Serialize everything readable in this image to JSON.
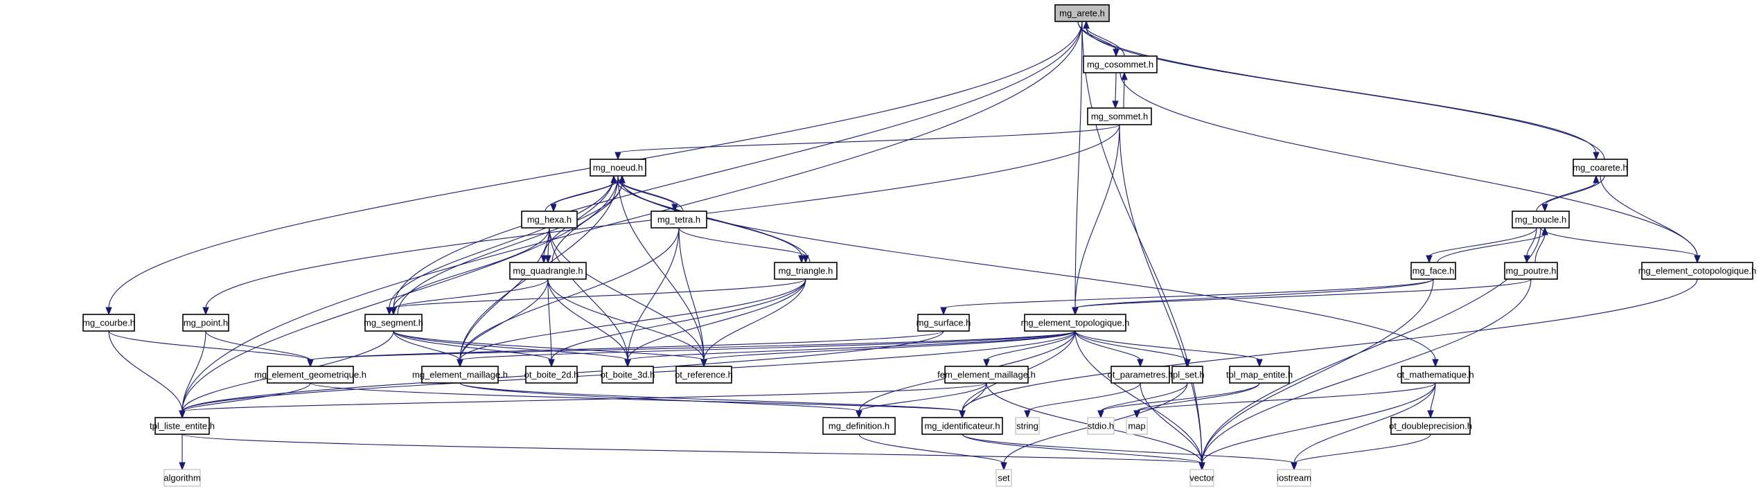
{
  "title": "mg_arete.h include dependency graph",
  "colors": {
    "edge": "#191970",
    "root_fill": "#bfbfbf",
    "node_border": "#000000",
    "system_border": "#bfbfbf"
  },
  "nodes": [
    {
      "id": "mg_arete",
      "label": "mg_arete.h",
      "kind": "root"
    },
    {
      "id": "mg_cosommet",
      "label": "mg_cosommet.h",
      "kind": "header"
    },
    {
      "id": "mg_sommet",
      "label": "mg_sommet.h",
      "kind": "header"
    },
    {
      "id": "mg_coarete",
      "label": "mg_coarete.h",
      "kind": "header"
    },
    {
      "id": "mg_noeud",
      "label": "mg_noeud.h",
      "kind": "header"
    },
    {
      "id": "mg_boucle",
      "label": "mg_boucle.h",
      "kind": "header"
    },
    {
      "id": "mg_hexa",
      "label": "mg_hexa.h",
      "kind": "header"
    },
    {
      "id": "mg_tetra",
      "label": "mg_tetra.h",
      "kind": "header"
    },
    {
      "id": "mg_quadrangle",
      "label": "mg_quadrangle.h",
      "kind": "header"
    },
    {
      "id": "mg_triangle",
      "label": "mg_triangle.h",
      "kind": "header"
    },
    {
      "id": "mg_face",
      "label": "mg_face.h",
      "kind": "header"
    },
    {
      "id": "mg_poutre",
      "label": "mg_poutre.h",
      "kind": "header"
    },
    {
      "id": "mg_element_cotopologique",
      "label": "mg_element_cotopologique.h",
      "kind": "header"
    },
    {
      "id": "mg_courbe",
      "label": "mg_courbe.h",
      "kind": "header"
    },
    {
      "id": "mg_point",
      "label": "mg_point.h",
      "kind": "header"
    },
    {
      "id": "mg_segment",
      "label": "mg_segment.h",
      "kind": "header"
    },
    {
      "id": "mg_surface",
      "label": "mg_surface.h",
      "kind": "header"
    },
    {
      "id": "mg_element_topologique",
      "label": "mg_element_topologique.h",
      "kind": "header"
    },
    {
      "id": "mg_element_geometrique",
      "label": "mg_element_geometrique.h",
      "kind": "header"
    },
    {
      "id": "mg_element_maillage",
      "label": "mg_element_maillage.h",
      "kind": "header"
    },
    {
      "id": "ot_boite_2d",
      "label": "ot_boite_2d.h",
      "kind": "header"
    },
    {
      "id": "ot_boite_3d",
      "label": "ot_boite_3d.h",
      "kind": "header"
    },
    {
      "id": "ot_reference",
      "label": "ot_reference.h",
      "kind": "header"
    },
    {
      "id": "fem_element_maillage",
      "label": "fem_element_maillage.h",
      "kind": "header"
    },
    {
      "id": "ot_parametres",
      "label": "ot_parametres.h",
      "kind": "header"
    },
    {
      "id": "tpl_set",
      "label": "tpl_set.h",
      "kind": "header"
    },
    {
      "id": "tpl_map_entite",
      "label": "tpl_map_entite.h",
      "kind": "header"
    },
    {
      "id": "ot_mathematique",
      "label": "ot_mathematique.h",
      "kind": "header"
    },
    {
      "id": "tpl_liste_entite",
      "label": "tpl_liste_entite.h",
      "kind": "header"
    },
    {
      "id": "mg_definition",
      "label": "mg_definition.h",
      "kind": "header"
    },
    {
      "id": "mg_identificateur",
      "label": "mg_identificateur.h",
      "kind": "header"
    },
    {
      "id": "string",
      "label": "string",
      "kind": "system"
    },
    {
      "id": "stdio",
      "label": "stdio.h",
      "kind": "system"
    },
    {
      "id": "map",
      "label": "map",
      "kind": "system"
    },
    {
      "id": "ot_doubleprecision",
      "label": "ot_doubleprecision.h",
      "kind": "header"
    },
    {
      "id": "algorithm",
      "label": "algorithm",
      "kind": "system"
    },
    {
      "id": "set",
      "label": "set",
      "kind": "system"
    },
    {
      "id": "vector",
      "label": "vector",
      "kind": "system"
    },
    {
      "id": "iostream",
      "label": "iostream",
      "kind": "system"
    }
  ],
  "edges": [
    [
      "mg_arete",
      "mg_cosommet"
    ],
    [
      "mg_cosommet",
      "mg_arete"
    ],
    [
      "mg_arete",
      "mg_coarete"
    ],
    [
      "mg_coarete",
      "mg_arete"
    ],
    [
      "mg_arete",
      "mg_element_topologique"
    ],
    [
      "mg_arete",
      "mg_courbe"
    ],
    [
      "mg_arete",
      "mg_segment"
    ],
    [
      "mg_arete",
      "tpl_liste_entite"
    ],
    [
      "mg_arete",
      "vector"
    ],
    [
      "mg_cosommet",
      "mg_sommet"
    ],
    [
      "mg_sommet",
      "mg_cosommet"
    ],
    [
      "mg_cosommet",
      "mg_element_cotopologique"
    ],
    [
      "mg_sommet",
      "mg_noeud"
    ],
    [
      "mg_sommet",
      "mg_point"
    ],
    [
      "mg_sommet",
      "mg_element_topologique"
    ],
    [
      "mg_sommet",
      "vector"
    ],
    [
      "mg_coarete",
      "mg_boucle"
    ],
    [
      "mg_boucle",
      "mg_coarete"
    ],
    [
      "mg_coarete",
      "mg_element_cotopologique"
    ],
    [
      "mg_boucle",
      "mg_face"
    ],
    [
      "mg_face",
      "mg_boucle"
    ],
    [
      "mg_boucle",
      "mg_poutre"
    ],
    [
      "mg_poutre",
      "mg_boucle"
    ],
    [
      "mg_boucle",
      "mg_element_cotopologique"
    ],
    [
      "mg_boucle",
      "vector"
    ],
    [
      "mg_face",
      "mg_surface"
    ],
    [
      "mg_face",
      "mg_element_topologique"
    ],
    [
      "mg_face",
      "vector"
    ],
    [
      "mg_poutre",
      "mg_element_topologique"
    ],
    [
      "mg_poutre",
      "vector"
    ],
    [
      "mg_element_cotopologique",
      "mg_identificateur"
    ],
    [
      "mg_noeud",
      "mg_hexa"
    ],
    [
      "mg_hexa",
      "mg_noeud"
    ],
    [
      "mg_noeud",
      "mg_tetra"
    ],
    [
      "mg_tetra",
      "mg_noeud"
    ],
    [
      "mg_noeud",
      "mg_quadrangle"
    ],
    [
      "mg_quadrangle",
      "mg_noeud"
    ],
    [
      "mg_noeud",
      "mg_triangle"
    ],
    [
      "mg_triangle",
      "mg_noeud"
    ],
    [
      "mg_noeud",
      "mg_segment"
    ],
    [
      "mg_segment",
      "mg_noeud"
    ],
    [
      "mg_noeud",
      "mg_element_maillage"
    ],
    [
      "mg_noeud",
      "ot_reference"
    ],
    [
      "mg_noeud",
      "tpl_liste_entite"
    ],
    [
      "mg_noeud",
      "ot_mathematique"
    ],
    [
      "mg_hexa",
      "mg_quadrangle"
    ],
    [
      "mg_hexa",
      "mg_segment"
    ],
    [
      "mg_hexa",
      "mg_element_maillage"
    ],
    [
      "mg_hexa",
      "ot_boite_3d"
    ],
    [
      "mg_hexa",
      "ot_reference"
    ],
    [
      "mg_tetra",
      "mg_triangle"
    ],
    [
      "mg_tetra",
      "mg_element_maillage"
    ],
    [
      "mg_tetra",
      "ot_boite_3d"
    ],
    [
      "mg_tetra",
      "ot_reference"
    ],
    [
      "mg_quadrangle",
      "mg_segment"
    ],
    [
      "mg_quadrangle",
      "mg_element_maillage"
    ],
    [
      "mg_quadrangle",
      "ot_boite_2d"
    ],
    [
      "mg_quadrangle",
      "ot_boite_3d"
    ],
    [
      "mg_quadrangle",
      "ot_reference"
    ],
    [
      "mg_triangle",
      "mg_segment"
    ],
    [
      "mg_triangle",
      "mg_element_maillage"
    ],
    [
      "mg_triangle",
      "ot_boite_2d"
    ],
    [
      "mg_triangle",
      "ot_boite_3d"
    ],
    [
      "mg_triangle",
      "ot_reference"
    ],
    [
      "mg_courbe",
      "mg_element_geometrique"
    ],
    [
      "mg_courbe",
      "tpl_liste_entite"
    ],
    [
      "mg_point",
      "mg_element_geometrique"
    ],
    [
      "mg_point",
      "tpl_liste_entite"
    ],
    [
      "mg_segment",
      "mg_element_maillage"
    ],
    [
      "mg_segment",
      "ot_boite_2d"
    ],
    [
      "mg_segment",
      "ot_boite_3d"
    ],
    [
      "mg_segment",
      "ot_reference"
    ],
    [
      "mg_segment",
      "tpl_liste_entite"
    ],
    [
      "mg_surface",
      "mg_element_geometrique"
    ],
    [
      "mg_surface",
      "tpl_liste_entite"
    ],
    [
      "mg_element_topologique",
      "mg_element_maillage"
    ],
    [
      "mg_element_topologique",
      "mg_element_geometrique"
    ],
    [
      "mg_element_topologique",
      "ot_boite_3d"
    ],
    [
      "mg_element_topologique",
      "ot_reference"
    ],
    [
      "mg_element_topologique",
      "fem_element_maillage"
    ],
    [
      "mg_element_topologique",
      "ot_parametres"
    ],
    [
      "mg_element_topologique",
      "tpl_set"
    ],
    [
      "mg_element_topologique",
      "tpl_map_entite"
    ],
    [
      "mg_element_topologique",
      "tpl_liste_entite"
    ],
    [
      "mg_element_topologique",
      "mg_definition"
    ],
    [
      "mg_element_topologique",
      "mg_identificateur"
    ],
    [
      "mg_element_topologique",
      "vector"
    ],
    [
      "mg_element_geometrique",
      "tpl_liste_entite"
    ],
    [
      "mg_element_geometrique",
      "mg_identificateur"
    ],
    [
      "mg_element_maillage",
      "mg_identificateur"
    ],
    [
      "mg_element_maillage",
      "mg_definition"
    ],
    [
      "fem_element_maillage",
      "mg_identificateur"
    ],
    [
      "fem_element_maillage",
      "mg_definition"
    ],
    [
      "fem_element_maillage",
      "tpl_liste_entite"
    ],
    [
      "fem_element_maillage",
      "vector"
    ],
    [
      "ot_parametres",
      "string"
    ],
    [
      "ot_parametres",
      "vector"
    ],
    [
      "tpl_set",
      "stdio"
    ],
    [
      "tpl_set",
      "set"
    ],
    [
      "tpl_map_entite",
      "stdio"
    ],
    [
      "tpl_map_entite",
      "map"
    ],
    [
      "ot_mathematique",
      "map"
    ],
    [
      "ot_mathematique",
      "ot_doubleprecision"
    ],
    [
      "ot_mathematique",
      "vector"
    ],
    [
      "ot_mathematique",
      "iostream"
    ],
    [
      "ot_doubleprecision",
      "iostream"
    ],
    [
      "tpl_liste_entite",
      "algorithm"
    ],
    [
      "tpl_liste_entite",
      "vector"
    ],
    [
      "mg_definition",
      "set"
    ],
    [
      "mg_identificateur",
      "vector"
    ],
    [
      "mg_identificateur",
      "iostream"
    ]
  ]
}
